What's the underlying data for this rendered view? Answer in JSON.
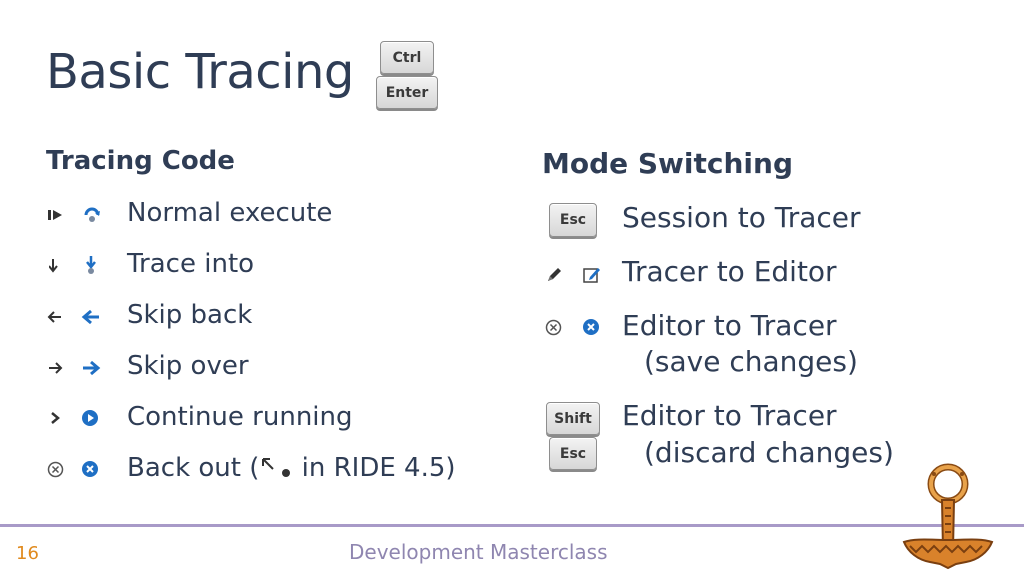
{
  "slide": {
    "title": "Basic Tracing",
    "title_keys": [
      "Ctrl",
      "Enter"
    ]
  },
  "left": {
    "heading": "Tracing Code",
    "items": [
      {
        "label": "Normal execute",
        "icons": [
          "execute-line-icon",
          "execute-toolbar-icon"
        ]
      },
      {
        "label": "Trace into",
        "icons": [
          "trace-into-arrow-icon",
          "trace-into-toolbar-icon"
        ]
      },
      {
        "label": "Skip back",
        "icons": [
          "left-arrow-icon",
          "skip-back-toolbar-icon"
        ]
      },
      {
        "label": "Skip over",
        "icons": [
          "right-arrow-icon",
          "skip-over-toolbar-icon"
        ]
      },
      {
        "label": "Continue running",
        "icons": [
          "chevron-right-icon",
          "continue-play-icon"
        ]
      },
      {
        "label_prefix": "Back out (",
        "label_suffix": " in RIDE 4.5)",
        "icons": [
          "circle-x-outline-icon",
          "circle-x-blue-icon"
        ],
        "inline_icon": "back-out-arrow-icon"
      }
    ]
  },
  "right": {
    "heading": "Mode Switching",
    "items": [
      {
        "line1": "Session to Tracer",
        "line2": "",
        "keys": [
          "Esc"
        ]
      },
      {
        "line1": "Tracer to Editor",
        "line2": "",
        "icons": [
          "pencil-icon",
          "edit-window-icon"
        ]
      },
      {
        "line1": "Editor to Tracer",
        "line2": "(save changes)",
        "icons": [
          "circle-x-outline-icon",
          "circle-x-blue-icon"
        ]
      },
      {
        "line1": "Editor to Tracer",
        "line2": "(discard changes)",
        "keys": [
          "Shift",
          "Esc"
        ]
      }
    ]
  },
  "footer": {
    "page_number": "16",
    "text": "Development Masterclass",
    "logo": "dyalog-anchor-logo"
  },
  "colors": {
    "text": "#2f3d55",
    "accent_blue": "#1f6fc4",
    "footer_line": "#a89ac8",
    "page_number": "#e08a1e",
    "footer_text": "#8f86b0",
    "logo_orange": "#d9822b"
  }
}
